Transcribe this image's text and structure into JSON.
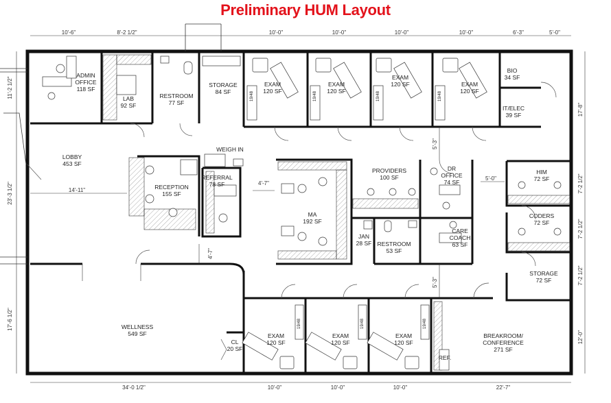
{
  "title": "Preliminary HUM Layout",
  "rooms": {
    "admin": [
      "ADMIN",
      "OFFICE",
      "118 SF"
    ],
    "lab": [
      "LAB",
      "92 SF"
    ],
    "restroom1": [
      "RESTROOM",
      "77 SF"
    ],
    "storage1": [
      "STORAGE",
      "84 SF"
    ],
    "exam1": [
      "EXAM",
      "120 SF"
    ],
    "exam2": [
      "EXAM",
      "120 SF"
    ],
    "exam3": [
      "EXAM",
      "120 SF"
    ],
    "exam4": [
      "EXAM",
      "120 SF"
    ],
    "bio": [
      "BIO",
      "34 SF"
    ],
    "itelec": [
      "IT/ELEC",
      "39 SF"
    ],
    "lobby": [
      "LOBBY",
      "453 SF"
    ],
    "weighin": [
      "WEIGH IN"
    ],
    "reception": [
      "RECEPTION",
      "155 SF"
    ],
    "referral": [
      "REFERRAL",
      "78 SF"
    ],
    "providers": [
      "PROVIDERS",
      "100 SF"
    ],
    "droffice": [
      "DR",
      "OFFICE",
      "74 SF"
    ],
    "him": [
      "HIM",
      "72 SF"
    ],
    "coders": [
      "CODERS",
      "72 SF"
    ],
    "ma": [
      "MA",
      "192 SF"
    ],
    "jan": [
      "JAN",
      "28 SF"
    ],
    "restroom2": [
      "RESTROOM",
      "53 SF"
    ],
    "carecoach": [
      "CARE",
      "COACH",
      "63 SF"
    ],
    "storage2": [
      "STORAGE",
      "72 SF"
    ],
    "wellness": [
      "WELLNESS",
      "549 SF"
    ],
    "cl": [
      "CL",
      "20 SF"
    ],
    "exam5": [
      "EXAM",
      "120 SF"
    ],
    "exam6": [
      "EXAM",
      "120 SF"
    ],
    "exam7": [
      "EXAM",
      "120 SF"
    ],
    "breakroom": [
      "BREAKROOM/",
      "CONFERENCE",
      "271 SF"
    ],
    "ref": [
      "REF."
    ]
  },
  "dims_top": [
    "10'-6\"",
    "8'-2 1/2\"",
    "10'-0\"",
    "10'-0\"",
    "10'-0\"",
    "10'-0\"",
    "6'-3\"",
    "5'-0\""
  ],
  "dims_bottom": [
    "34'-0 1/2\"",
    "10'-0\"",
    "10'-0\"",
    "10'-0\"",
    "22'-7\""
  ],
  "dims_left": [
    "11'-2 1/2\"",
    "23'-3 1/2\"",
    "17'-6 1/2\""
  ],
  "dims_right": [
    "17'-8\"",
    "7'-2 1/2\"",
    "7'-2 1/2\"",
    "7'-2 1/2\"",
    "12'-0\""
  ],
  "dims_inner": [
    "14'-11\"",
    "4'-7\"",
    "4'-7\"",
    "5'-3\"",
    "5'-3\"",
    "5'-0\""
  ],
  "sink_tag": "19/48"
}
